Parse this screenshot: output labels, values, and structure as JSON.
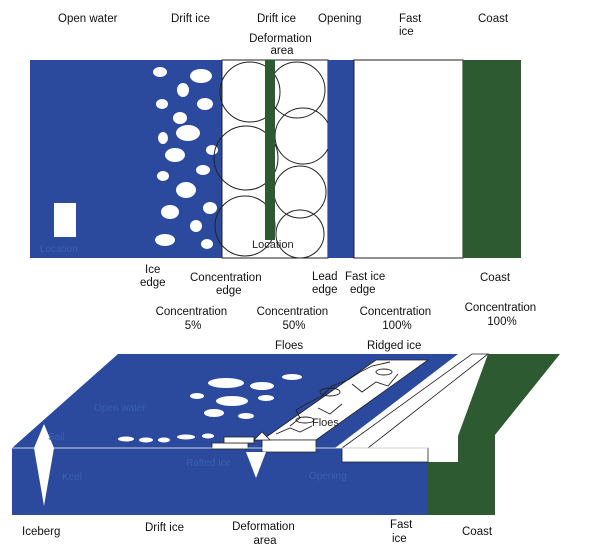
{
  "colors": {
    "water": "#2b4a9e",
    "coast": "#2e5a32",
    "ice": "#ffffff",
    "line": "#222222",
    "light_text": "#3a5fb0"
  },
  "top_zones": {
    "open_water": "Open water",
    "drift_ice_1": "Drift ice",
    "drift_ice_2": "Drift ice",
    "deformation_area": [
      "Deformation",
      "area"
    ],
    "opening": "Opening",
    "fast_ice": [
      "Fast",
      "ice"
    ],
    "coast": "Coast"
  },
  "top_inner": {
    "location_left": "Location",
    "location_center": "Location"
  },
  "edges": {
    "ice_edge": [
      "Ice",
      "edge"
    ],
    "concentration_edge": [
      "Concentration",
      "edge"
    ],
    "lead_edge": [
      "Lead",
      "edge"
    ],
    "fast_ice_edge": [
      "Fast ice",
      "edge"
    ],
    "coast": "Coast"
  },
  "concentrations": {
    "c5": [
      "Concentration",
      "5%"
    ],
    "c50": [
      "Concentration",
      "50%"
    ],
    "c100a": [
      "Concentration",
      "100%"
    ],
    "c100b": [
      "Concentration",
      "100%"
    ]
  },
  "bottom_labels": {
    "floes_top": "Floes",
    "ridged_ice": "Ridged ice",
    "open_water": "Open water",
    "floes_inner": "Floes",
    "sail": "Sail",
    "keel": "Keel",
    "rafted_ice": "Rafted ice",
    "opening": "Opening",
    "iceberg": "Iceberg",
    "drift_ice": "Drift ice",
    "deformation_area": [
      "Deformation",
      "area"
    ],
    "fast_ice": [
      "Fast",
      "ice"
    ],
    "coast": "Coast"
  }
}
